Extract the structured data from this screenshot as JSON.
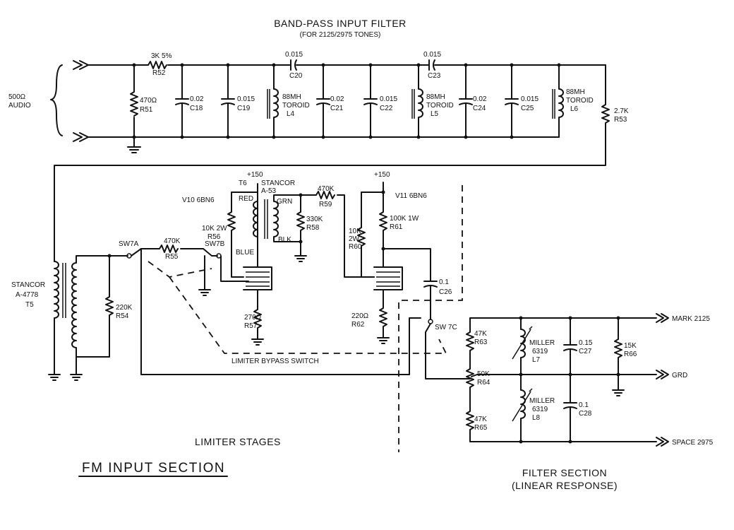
{
  "titles": {
    "filter_title": "BAND-PASS INPUT FILTER",
    "filter_subtitle": "(FOR 2125/2975 TONES)",
    "limiter": "LIMITER STAGES",
    "fm_section": "FM INPUT SECTION",
    "filter_section": "FILTER SECTION",
    "filter_section_sub": "(LINEAR RESPONSE)",
    "bypass": "LIMITER BYPASS SWITCH"
  },
  "input": {
    "impedance": "500Ω",
    "kind": "AUDIO"
  },
  "filter": {
    "r52_val": "3K 5%",
    "r52": "R52",
    "r51_val": "470Ω",
    "r51": "R51",
    "c18_val": "0.02",
    "c18": "C18",
    "c19_val": "0.015",
    "c19": "C19",
    "l4_val": "88MH",
    "l4_type": "TOROID",
    "l4": "L4",
    "c20_val": "0.015",
    "c20": "C20",
    "c21_val": "0.02",
    "c21": "C21",
    "c22_val": "0.015",
    "c22": "C22",
    "l5_val": "88MH",
    "l5_type": "TOROID",
    "l5": "L5",
    "c23_val": "0.015",
    "c23": "C23",
    "c24_val": "0.02",
    "c24": "C24",
    "c25_val": "0.015",
    "c25": "C25",
    "l6_val": "88MH",
    "l6_type": "TOROID",
    "l6": "L6",
    "r53_val": "2.7K",
    "r53": "R53"
  },
  "limiter": {
    "t5_make": "STANCOR",
    "t5_model": "A-4778",
    "t5": "T5",
    "r54_val": "220K",
    "r54": "R54",
    "sw7a": "SW7A",
    "sw7b": "SW7B",
    "sw7c": "SW 7C",
    "r55_val": "470K",
    "r55": "R55",
    "v10": "V10 6BN6",
    "r56_val": "10K 2W",
    "r56": "R56",
    "b_plus_1": "+150",
    "b_plus_2": "+150",
    "t6": "T6",
    "t6_make": "STANCOR",
    "t6_model": "A-53",
    "red": "RED",
    "blue": "BLUE",
    "grn": "GRN",
    "blk": "BLK",
    "r59_val": "470K",
    "r59": "R59",
    "r58_val": "330K",
    "r58": "R58",
    "r57_val": "270Ω",
    "r57": "R57",
    "v11": "V11 6BN6",
    "r61_val": "100K 1W",
    "r61": "R61",
    "r60_val": "10K",
    "r60_w": "2W",
    "r60": "R60",
    "r62_val": "220Ω",
    "r62": "R62",
    "c26_val": "0.1",
    "c26": "C26"
  },
  "output": {
    "r63_val": "47K",
    "r63": "R63",
    "r64_val": "50K",
    "r64": "R64",
    "r65_val": "47K",
    "r65": "R65",
    "l7_make": "MILLER",
    "l7_model": "6319",
    "l7": "L7",
    "l8_make": "MILLER",
    "l8_model": "6319",
    "l8": "L8",
    "c27_val": "0.15",
    "c27": "C27",
    "c28_val": "0.1",
    "c28": "C28",
    "r66_val": "15K",
    "r66": "R66",
    "mark": "MARK 2125",
    "grd": "GRD",
    "space": "SPACE 2975"
  }
}
